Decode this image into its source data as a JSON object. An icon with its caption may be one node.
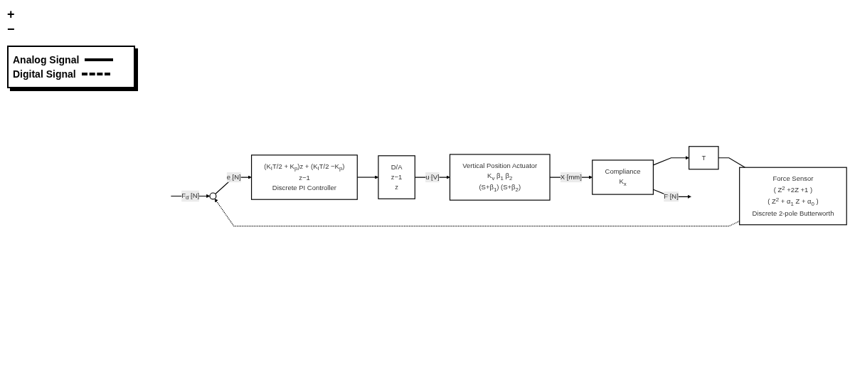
{
  "diagram": {
    "nodes": [
      {
        "text": [],
        "shape": "circle"
      },
      {
        "text": [
          "(K$_{I}$T/2 + K$_{p}$)z + (K$_{I}$T/2 −K$_{p}$)",
          "z−1",
          "Discrete PI Controller"
        ]
      },
      {
        "text": [
          "D/A",
          "z−1",
          "z"
        ]
      },
      {
        "text": [
          "Vertical Position Actuator",
          "K$_{v}$ β$_{1}$ β$_{2}$",
          "(S+β$_{1}$) (S+β$_{2}$)"
        ]
      },
      {
        "text": [
          "Compliance",
          "K$_{x}$"
        ]
      },
      {
        "text": [
          "Force Sensor",
          "( Z$^{2}$ +2Z +1 )",
          "( Z$^{2}$ + α$_{1}$ Z + α$_{0}$ )",
          "Discrete 2-pole Butterworth"
        ]
      },
      {
        "text": [
          "T"
        ]
      }
    ],
    "edges": [
      {
        "from": null,
        "to": 0,
        "arrow": "to",
        "label": "F$_{d}$ [N]"
      },
      {
        "from": 0,
        "to": 1,
        "arrow": "to",
        "label": "e [N]"
      },
      {
        "from": 1,
        "to": 2,
        "arrow": "to"
      },
      {
        "from": 2,
        "to": 3,
        "arrow": "to",
        "label": "u [V]"
      },
      {
        "from": 3,
        "to": 4,
        "arrow": "to",
        "label": "X [mm]"
      },
      {
        "from": 4,
        "to": null,
        "arrow": "to",
        "label": "F [N]"
      },
      {
        "from": 4,
        "to": 6,
        "arrow": "to"
      },
      {
        "from": 6,
        "to": 5,
        "arrow": "none"
      },
      {
        "from": 5,
        "to": 0,
        "arrow": "to",
        "style": "dashed"
      }
    ],
    "labels": [
      "+",
      "−"
    ],
    "legend": [
      {
        "text": "Analog Signal"
      },
      {
        "text": "Digital Signal"
      }
    ]
  }
}
